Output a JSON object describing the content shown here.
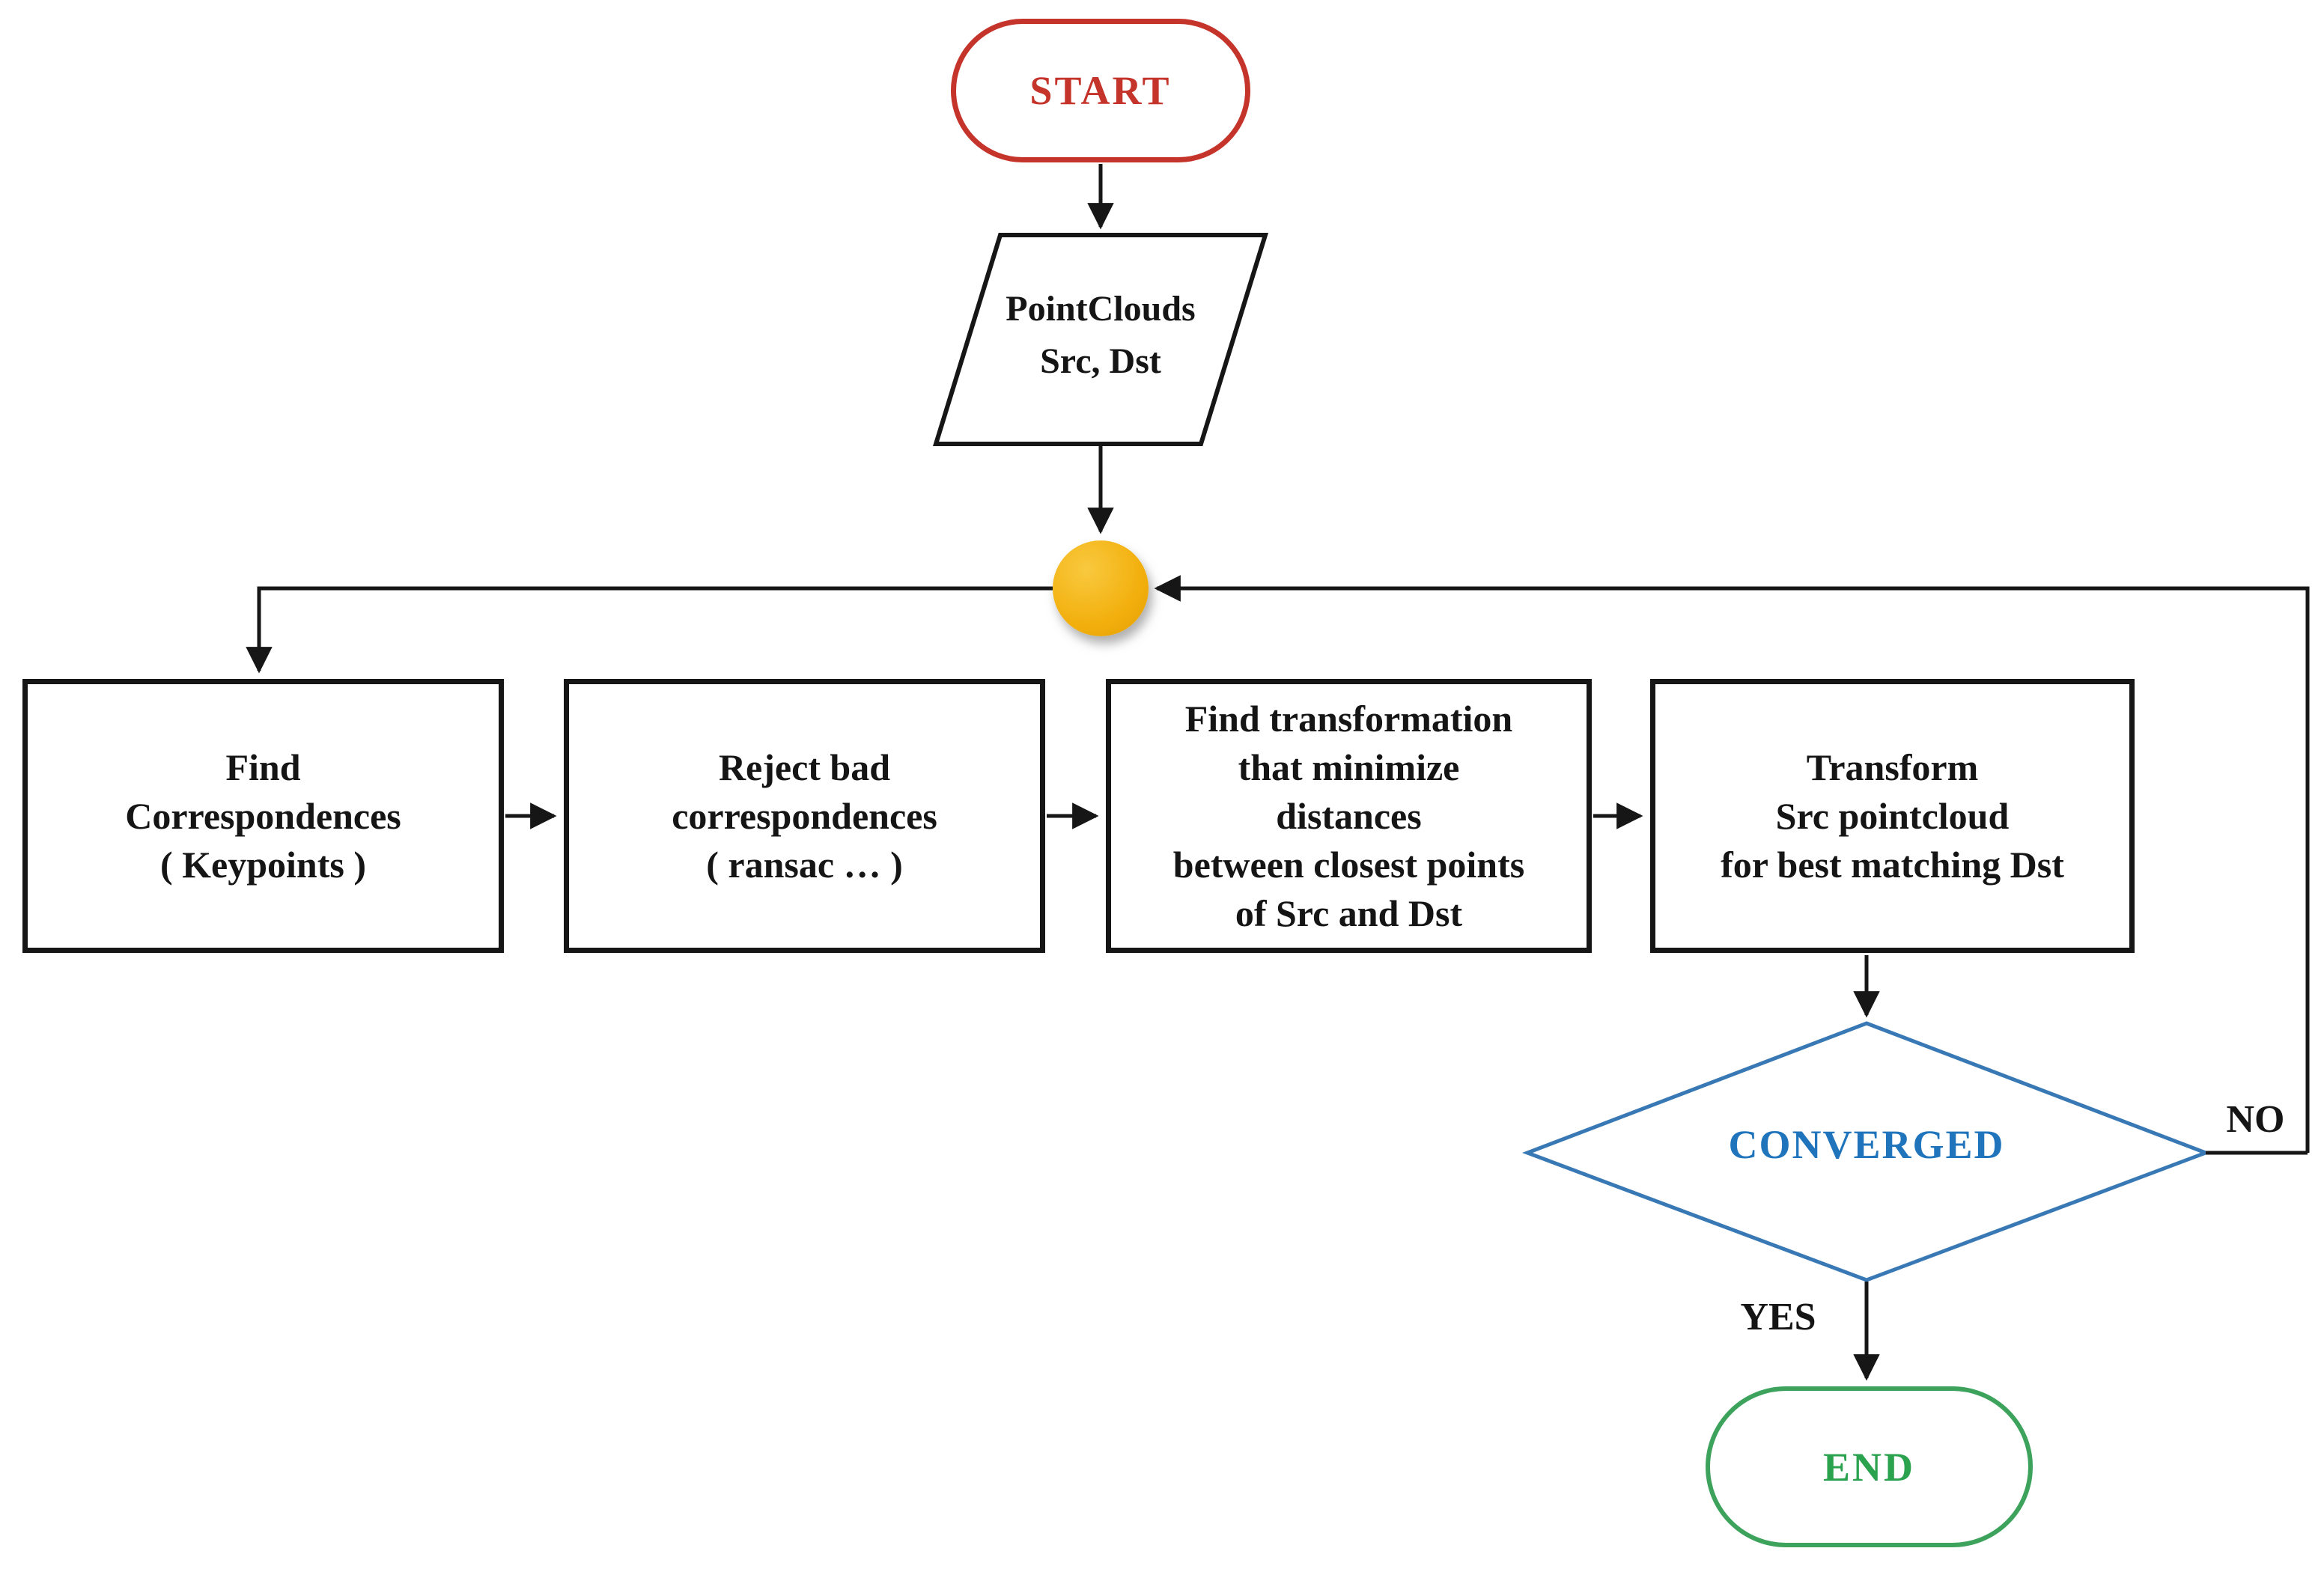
{
  "nodes": {
    "start": {
      "label": "START"
    },
    "input": {
      "label": "PointClouds\nSrc, Dst"
    },
    "find_correspondences": {
      "label": "Find\nCorrespondences\n( Keypoints )"
    },
    "reject_bad": {
      "label": "Reject bad\ncorrespondences\n( ransac … )"
    },
    "find_transformation": {
      "label": "Find transformation\nthat minimize\ndistances\nbetween closest points\nof Src and Dst"
    },
    "transform_src": {
      "label": "Transform\nSrc pointcloud\nfor best matching Dst"
    },
    "decision": {
      "label": "CONVERGED"
    },
    "end": {
      "label": "END"
    }
  },
  "edge_labels": {
    "yes": "YES",
    "no": "NO"
  },
  "edges": [
    {
      "from": "start",
      "to": "input"
    },
    {
      "from": "input",
      "to": "junction"
    },
    {
      "from": "junction",
      "to": "find_correspondences"
    },
    {
      "from": "find_correspondences",
      "to": "reject_bad"
    },
    {
      "from": "reject_bad",
      "to": "find_transformation"
    },
    {
      "from": "find_transformation",
      "to": "transform_src"
    },
    {
      "from": "transform_src",
      "to": "decision"
    },
    {
      "from": "decision",
      "to": "end",
      "label": "YES"
    },
    {
      "from": "decision",
      "to": "junction",
      "label": "NO"
    }
  ],
  "colors": {
    "start_red": "#C5342B",
    "decision_blue": "#3878B4",
    "decision_text_blue": "#1F74BC",
    "end_green": "#3DA35C",
    "end_text_green": "#2BA24E",
    "junction_yellow": "#F2AF0C",
    "junction_yellow_light": "#F9C93F",
    "line_black": "#161616"
  }
}
